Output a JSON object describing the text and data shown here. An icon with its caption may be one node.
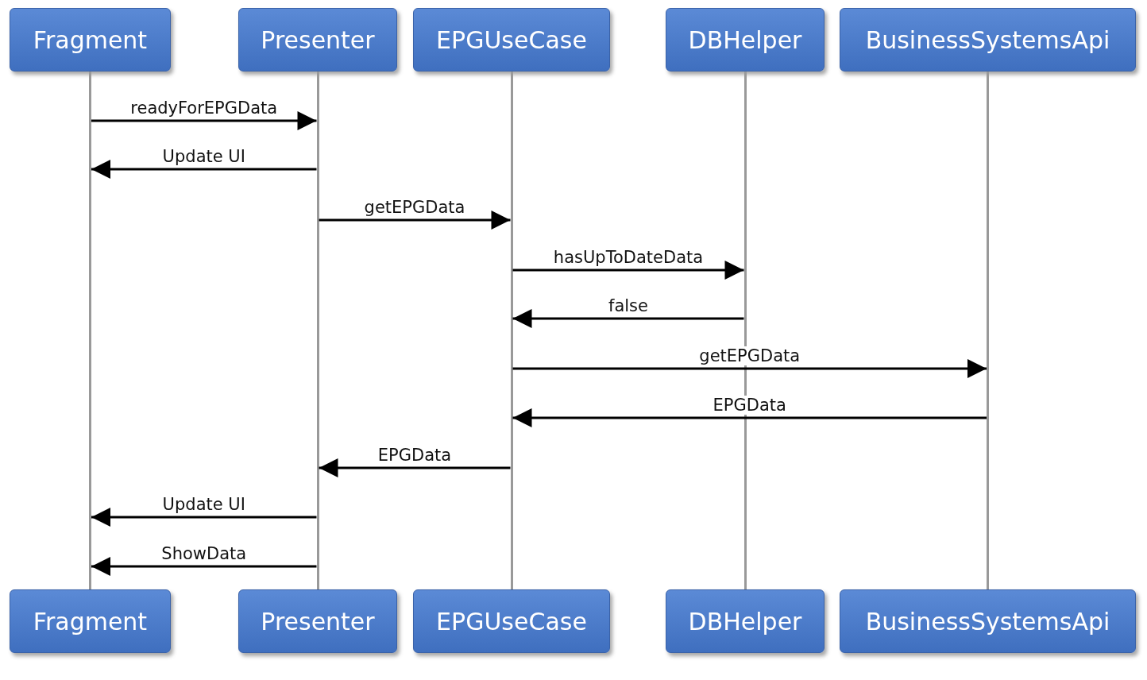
{
  "diagram": {
    "nodes": [
      {
        "text": [
          "Fragment"
        ]
      },
      {
        "text": [
          "Presenter"
        ]
      },
      {
        "text": [
          "EPGUseCase"
        ]
      },
      {
        "text": [
          "DBHelper"
        ]
      },
      {
        "text": [
          "BusinessSystemsApi"
        ]
      },
      {
        "text": [],
        "shape": "bar"
      },
      {
        "text": [],
        "shape": "bar"
      },
      {
        "text": [],
        "shape": "bar"
      },
      {
        "text": [],
        "shape": "bar"
      },
      {
        "text": [],
        "shape": "bar"
      },
      {
        "text": [
          "Fragment"
        ]
      },
      {
        "text": [
          "Presenter"
        ]
      },
      {
        "text": [
          "EPGUseCase"
        ]
      },
      {
        "text": [
          "DBHelper"
        ]
      },
      {
        "text": [
          "BusinessSystemsApi"
        ]
      }
    ],
    "edges": [
      {
        "from": 5,
        "to": 6,
        "arrow": "to",
        "label": "readyForEPGData"
      },
      {
        "from": 6,
        "to": 5,
        "arrow": "to",
        "label": "Update UI"
      },
      {
        "from": 6,
        "to": 7,
        "arrow": "to",
        "label": "getEPGData"
      },
      {
        "from": 7,
        "to": 8,
        "arrow": "to",
        "label": "hasUpToDateData"
      },
      {
        "from": 8,
        "to": 7,
        "arrow": "to",
        "label": "false"
      },
      {
        "from": 7,
        "to": 9,
        "arrow": "to",
        "label": "getEPGData"
      },
      {
        "from": 9,
        "to": 7,
        "arrow": "to",
        "label": "EPGData"
      },
      {
        "from": 7,
        "to": 6,
        "arrow": "to",
        "label": "EPGData"
      },
      {
        "from": 6,
        "to": 5,
        "arrow": "to",
        "label": "Update UI"
      },
      {
        "from": 6,
        "to": 5,
        "arrow": "to",
        "label": "ShowData"
      }
    ]
  }
}
